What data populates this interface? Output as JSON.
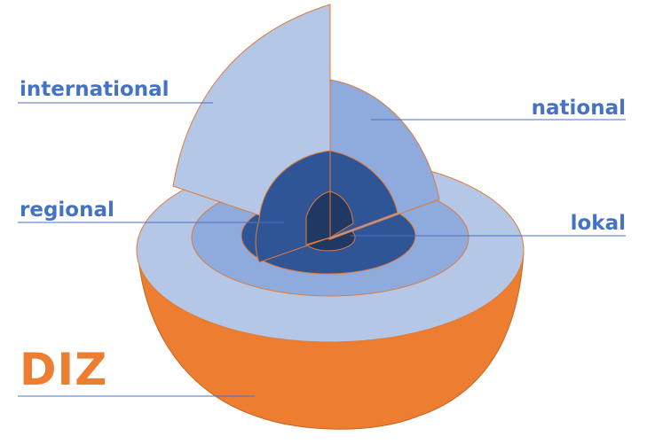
{
  "labels": {
    "international": "international",
    "national": "national",
    "regional": "regional",
    "lokal": "lokal",
    "diz": "DIZ"
  },
  "colors": {
    "orange": "#ed7d31",
    "layer_international": "#b4c7e7",
    "layer_national": "#8faadc",
    "layer_regional": "#2f5597",
    "layer_lokal": "#1f3864",
    "label_blue": "#4472c4",
    "outline": "#e07b39"
  }
}
